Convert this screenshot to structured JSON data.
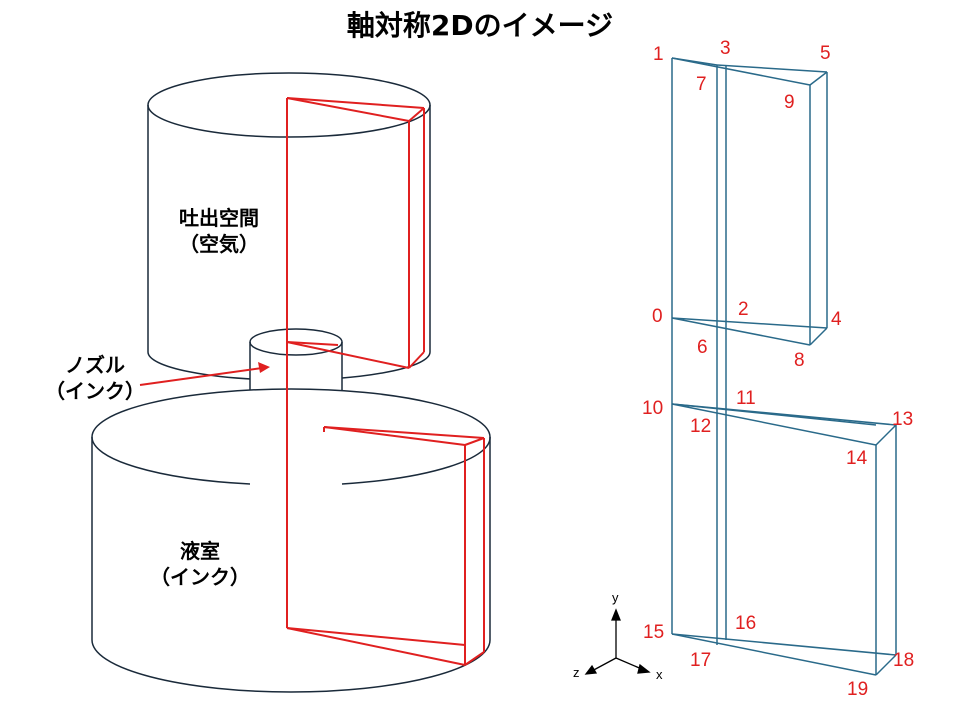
{
  "title": "軸対称2Dのイメージ",
  "labels": {
    "upper_region": "吐出空間",
    "upper_region_sub": "（空気）",
    "nozzle": "ノズル",
    "nozzle_sub": "（インク）",
    "lower_region": "液室",
    "lower_region_sub": "（インク）"
  },
  "vertex_labels": [
    "0",
    "1",
    "2",
    "3",
    "4",
    "5",
    "6",
    "7",
    "8",
    "9",
    "10",
    "11",
    "12",
    "13",
    "14",
    "15",
    "16",
    "17",
    "18",
    "19"
  ],
  "axes": {
    "x": "x",
    "y": "y",
    "z": "z"
  },
  "colors": {
    "cylinder_lines": "#1a2a3a",
    "wedge_lines": "#e02020",
    "mesh_lines": "#2a6a8a",
    "vertex_labels": "#e02020"
  }
}
